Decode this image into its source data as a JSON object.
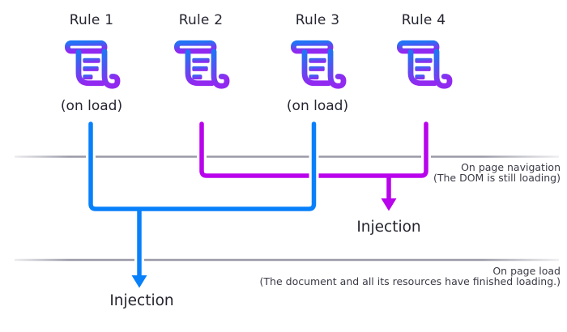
{
  "colors": {
    "blue": "#0880FA",
    "magenta": "#B803EC",
    "icon_gradient_top": "#2273F5",
    "icon_gradient_bottom": "#9129F0",
    "timeline_gray": "#9A9AA8",
    "title_text": "#262632",
    "note_text": "#3A3A46"
  },
  "icons": {
    "rule_icon": "script-scroll-icon"
  },
  "rules": [
    {
      "label": "Rule 1",
      "sublabel": "(on load)",
      "line_color": "blue"
    },
    {
      "label": "Rule 2",
      "sublabel": "",
      "line_color": "magenta"
    },
    {
      "label": "Rule 3",
      "sublabel": "(on load)",
      "line_color": "blue"
    },
    {
      "label": "Rule 4",
      "sublabel": "",
      "line_color": "magenta"
    }
  ],
  "timelines": [
    {
      "title": "On page navigation",
      "subtitle": "(The DOM is still loading)"
    },
    {
      "title": "On page load",
      "subtitle": "(The document and all its resources have finished loading.)"
    }
  ],
  "injection_labels": {
    "navigation": "Injection",
    "load": "Injection"
  }
}
